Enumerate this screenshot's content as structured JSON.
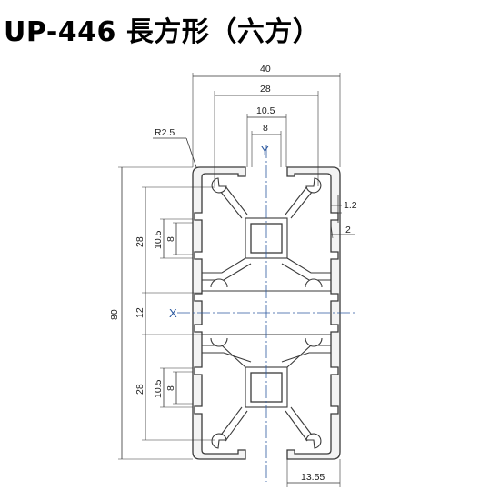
{
  "title": "UP-446 長方形（六方）",
  "dimensions": {
    "width_outer": "40",
    "width_inner": "28",
    "slot_outer": "10.5",
    "slot_inner": "8",
    "corner_radius": "R2.5",
    "lip_thickness": "1.2",
    "wall_thickness": "2",
    "height_total": "80",
    "left_pitch_upper": "28",
    "left_slot_outer_upper": "10.5",
    "left_slot_inner_upper": "8",
    "center_gap": "12",
    "left_pitch_lower": "28",
    "left_slot_outer_lower": "10.5",
    "left_slot_inner_lower": "8",
    "bottom_offset": "13.55"
  },
  "axes": {
    "x": "X",
    "y": "Y"
  },
  "colors": {
    "axis": "#2d5aa0",
    "line": "#333333"
  }
}
